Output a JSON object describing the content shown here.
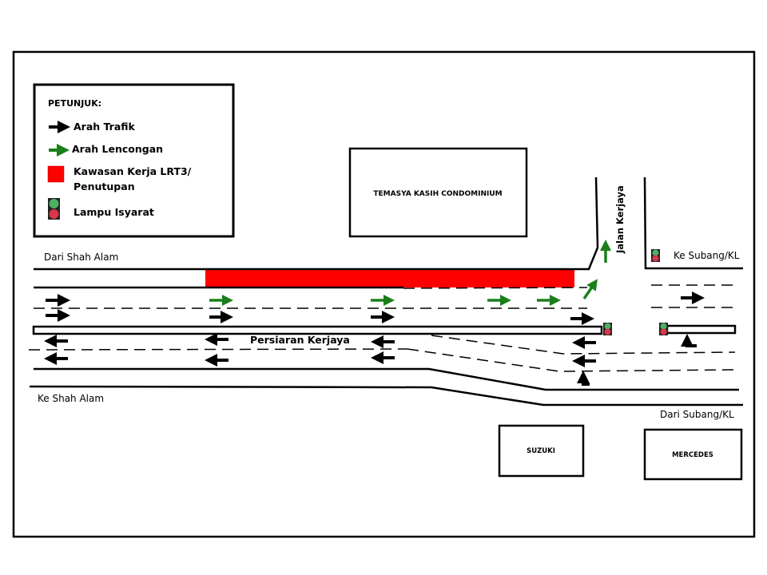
{
  "legend": {
    "title": "PETUNJUK:",
    "items": [
      {
        "label": "Arah Trafik",
        "icon": "black-arrow-icon"
      },
      {
        "label": "Arah Lencongan",
        "icon": "green-arrow-icon"
      },
      {
        "label": "Kawasan Kerja LRT3/",
        "label2": "Penutupan",
        "icon": "red-square-icon"
      },
      {
        "label": "Lampu Isyarat",
        "icon": "traffic-light-icon"
      }
    ]
  },
  "buildings": {
    "condo": "TEMASYA  KASIH CONDOMINIUM",
    "suzuki": "SUZUKI",
    "mercedes": "MERCEDES"
  },
  "roads": {
    "main": "Persiaran Kerjaya",
    "side": "Jalan Kerjaya",
    "from_shah_alam": "Dari Shah Alam",
    "to_shah_alam": "Ke Shah Alam",
    "from_subang": "Dari Subang/KL",
    "to_subang": "Ke Subang/KL"
  },
  "colors": {
    "traffic": "#000000",
    "detour": "#1a7f1a",
    "closure": "#ff0000",
    "light_green": "#4caf62",
    "light_red": "#d9364a"
  }
}
